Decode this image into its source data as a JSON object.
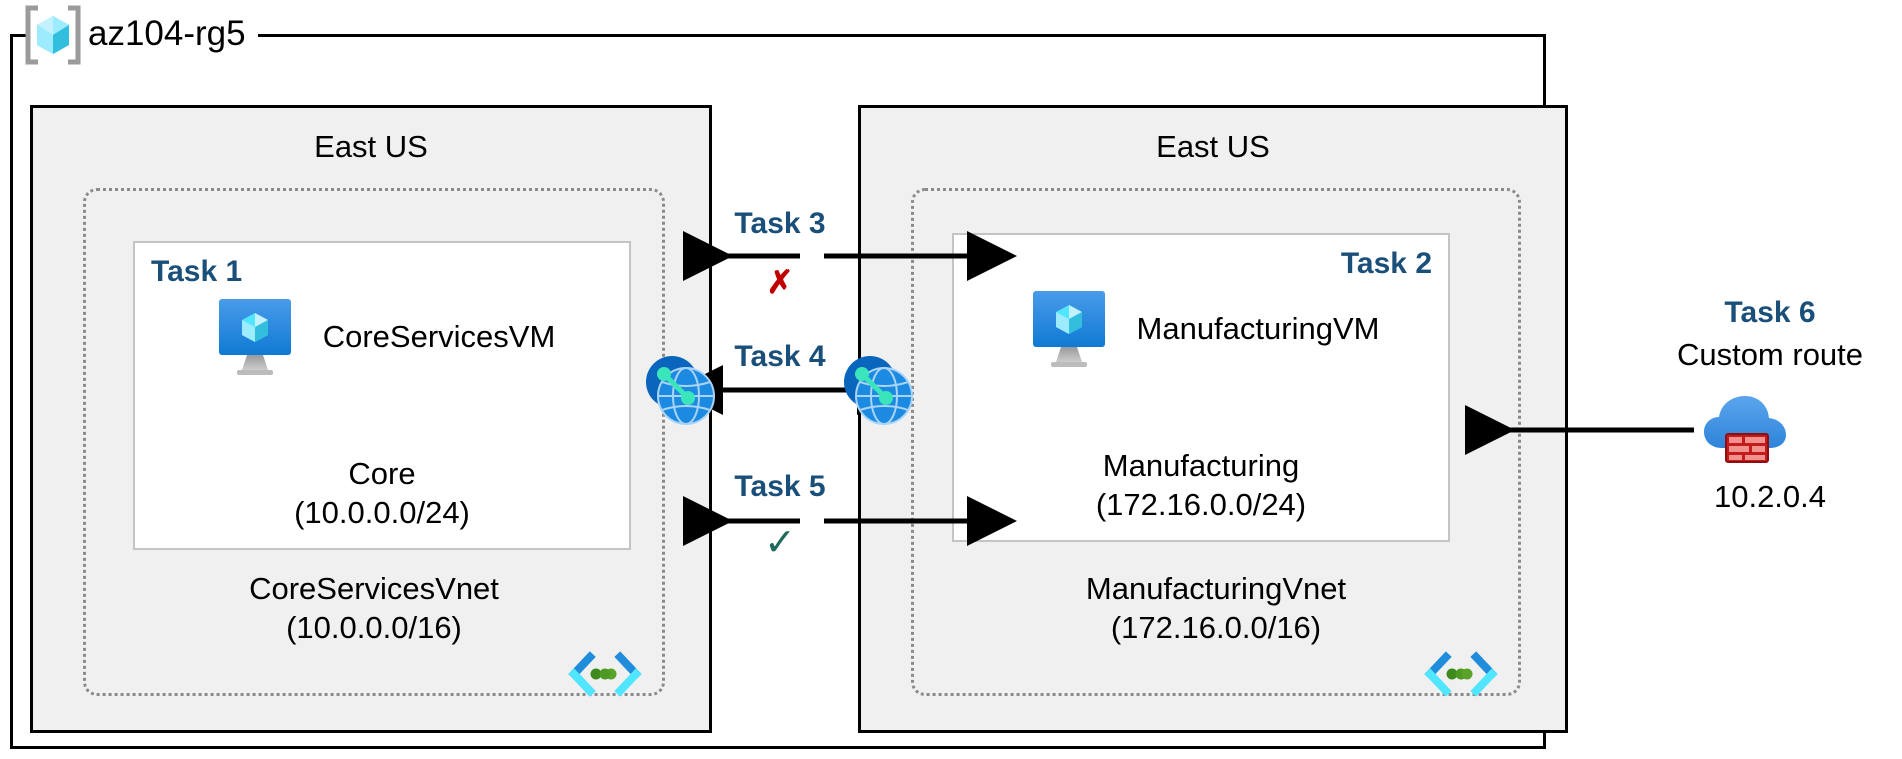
{
  "resource_group": {
    "name": "az104-rg5",
    "icon": "resource-group-cube-icon"
  },
  "regions": [
    {
      "id": "left",
      "label": "East US"
    },
    {
      "id": "right",
      "label": "East US"
    }
  ],
  "vnets": [
    {
      "id": "core",
      "name": "CoreServicesVnet",
      "cidr": "(10.0.0.0/16)",
      "icon": "vnet-icon",
      "subnet": {
        "task_badge": "Task 1",
        "vm_name": "CoreServicesVM",
        "vm_icon": "virtual-machine-icon",
        "subnet_name": "Core",
        "subnet_cidr": "(10.0.0.0/24)"
      }
    },
    {
      "id": "manufacturing",
      "name": "ManufacturingVnet",
      "cidr": "(172.16.0.0/16)",
      "icon": "vnet-icon",
      "subnet": {
        "task_badge": "Task 2",
        "vm_name": "ManufacturingVM",
        "vm_icon": "virtual-machine-icon",
        "subnet_name": "Manufacturing",
        "subnet_cidr": "(172.16.0.0/24)"
      }
    }
  ],
  "connections": [
    {
      "id": "task3",
      "label": "Task 3",
      "mark": "✗",
      "mark_kind": "fail",
      "direction": "bidirectional"
    },
    {
      "id": "task4",
      "label": "Task 4",
      "mark": "",
      "mark_kind": "none",
      "direction": "bidirectional"
    },
    {
      "id": "task5",
      "label": "Task 5",
      "mark": "✓",
      "mark_kind": "ok",
      "direction": "bidirectional"
    }
  ],
  "peering": {
    "left_icon": "vnet-peering-icon",
    "right_icon": "vnet-peering-icon"
  },
  "custom_route": {
    "task_label": "Task 6",
    "title": "Custom route",
    "ip": "10.2.0.4",
    "icon": "azure-firewall-cloud-icon"
  },
  "colors": {
    "task_blue": "#1a4f7a",
    "fail_red": "#c00000",
    "ok_green": "#1f6a5e",
    "region_fill": "#f0f0f0",
    "vnet_dotted": "#8a8a8a",
    "subnet_border": "#c4c4c4",
    "azure_blue": "#0078d4"
  }
}
